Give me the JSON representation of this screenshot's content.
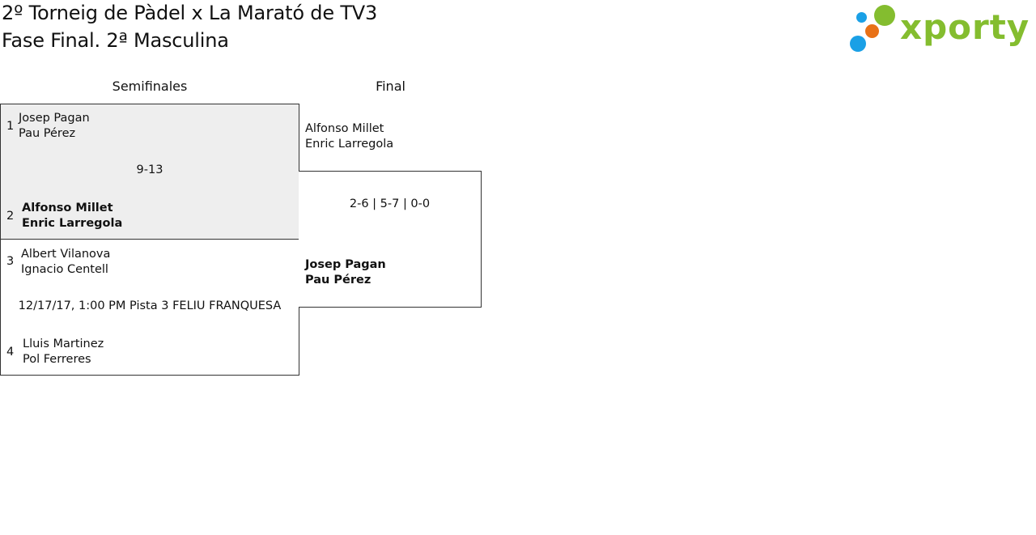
{
  "header": {
    "title": "2º Torneig de Pàdel x La Marató de TV3",
    "subtitle": "Fase Final. 2ª Masculina"
  },
  "logo": {
    "text": "xporty",
    "colors": {
      "green": "#84bd2f",
      "orange": "#e87117",
      "blue": "#1aa0e6"
    }
  },
  "columns": {
    "semifinals": "Semifinales",
    "final": "Final"
  },
  "semifinals": [
    {
      "team_a": {
        "seed": "1",
        "player1": "Josep Pagan",
        "player2": "Pau Pérez"
      },
      "info": "9-13",
      "team_b": {
        "seed": "2",
        "player1": "Alfonso Millet",
        "player2": "Enric Larregola"
      }
    },
    {
      "team_a": {
        "seed": "3",
        "player1": "Albert Vilanova",
        "player2": "Ignacio Centell"
      },
      "info": "12/17/17, 1:00 PM Pista 3 FELIU FRANQUESA",
      "team_b": {
        "seed": "4",
        "player1": "Lluis Martinez",
        "player2": "Pol Ferreres"
      }
    }
  ],
  "final": {
    "team_a": {
      "player1": "Alfonso Millet",
      "player2": "Enric Larregola"
    },
    "score": "2-6 | 5-7 | 0-0",
    "team_b": {
      "player1": "Josep Pagan",
      "player2": "Pau Pérez"
    }
  }
}
